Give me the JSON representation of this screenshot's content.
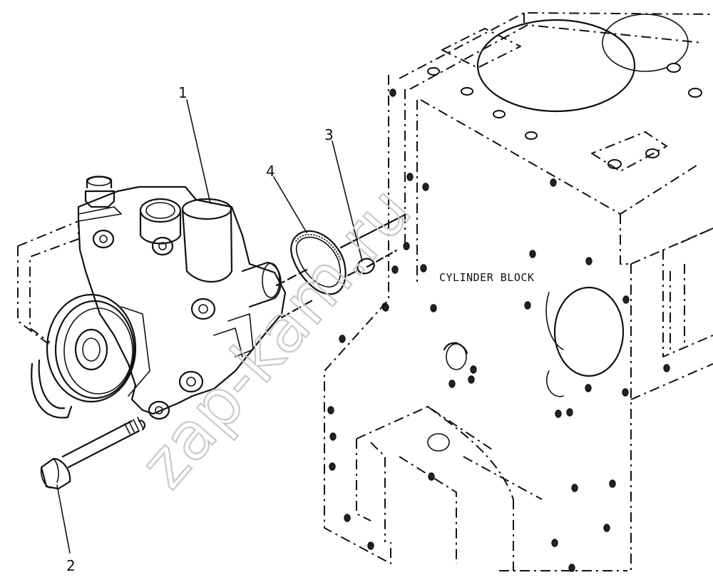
{
  "diagram": {
    "block_label": "CYLINDER BLOCK",
    "watermark": "zap-kam.ru",
    "callouts": [
      {
        "id": "1",
        "label": "1"
      },
      {
        "id": "2",
        "label": "2"
      },
      {
        "id": "3",
        "label": "3"
      },
      {
        "id": "4",
        "label": "4"
      }
    ]
  }
}
